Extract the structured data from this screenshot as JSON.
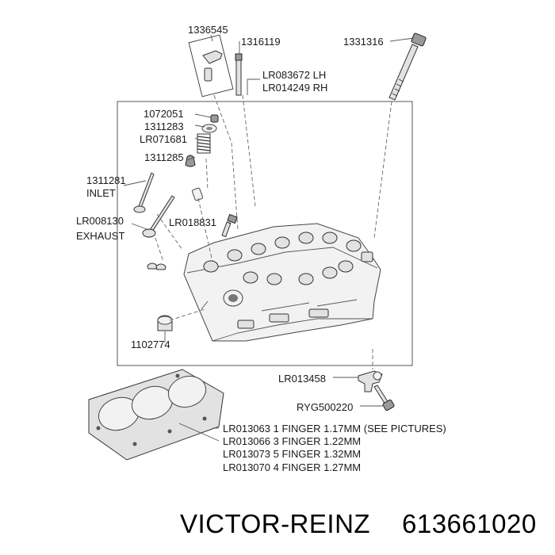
{
  "diagram": {
    "labels": {
      "p1336545": "1336545",
      "p1316119": "1316119",
      "p1331316": "1331316",
      "lr083672": "LR083672 LH",
      "lr014249": "LR014249 RH",
      "p1072051": "1072051",
      "p1311283": "1311283",
      "lr071681": "LR071681",
      "p1311285": "1311285",
      "p1311281": "1311281",
      "inlet": "INLET",
      "lr008130": "LR008130",
      "exhaust": "EXHAUST",
      "lr018831": "LR018831",
      "p1102774": "1102774",
      "lr013458": "LR013458",
      "ryg500220": "RYG500220",
      "gasket_1": "LR013063 1 FINGER 1.17MM (SEE PICTURES)",
      "gasket_3": "LR013066 3 FINGER 1.22MM",
      "gasket_5": "LR013073 5 FINGER 1.32MM",
      "gasket_4": "LR013070 4 FINGER 1.27MM"
    }
  },
  "footer": {
    "brand": "VICTOR-REINZ",
    "part_number": "613661020"
  }
}
